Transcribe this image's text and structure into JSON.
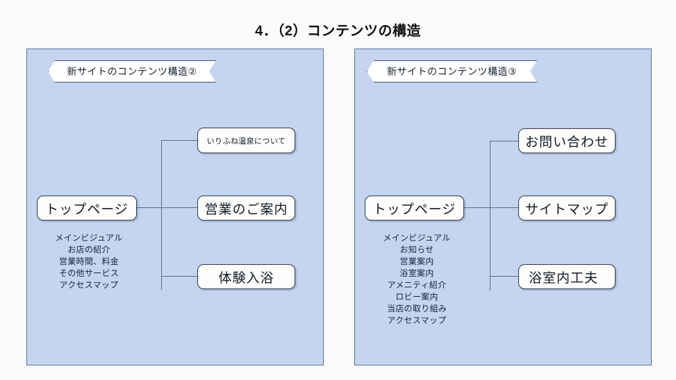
{
  "slide": {
    "title": "4．（2）コンテンツの構造"
  },
  "panels": [
    {
      "id": "left",
      "header": "新サイトのコンテンツ構造②",
      "root_node": "トップページ",
      "root_sublist": "メインビジュアル\nお店の紹介\n営業時間、料金\nその他サービス\nアクセスマップ",
      "children": [
        {
          "label": "いりふね温泉について"
        },
        {
          "label": "営業のご案内"
        },
        {
          "label": "体験入浴"
        }
      ]
    },
    {
      "id": "right",
      "header": "新サイトのコンテンツ構造③",
      "root_node": "トップページ",
      "root_sublist": "メインビジュアル\nお知らせ\n営業案内\n浴室案内\nアメニティ紹介\nロビー案内\n当店の取り組み\nアクセスマップ",
      "children": [
        {
          "label": "お問い合わせ"
        },
        {
          "label": "サイトマップ"
        },
        {
          "label": "浴室内工夫"
        }
      ]
    }
  ],
  "colors": {
    "page_background": "#fbfbf9",
    "panel_fill": "#c5d4ef",
    "panel_border": "#5f718e",
    "node_fill": "#fdfdfb",
    "node_border": "#2f3c4d",
    "connector": "#5a6c86",
    "text": "#111a25"
  }
}
